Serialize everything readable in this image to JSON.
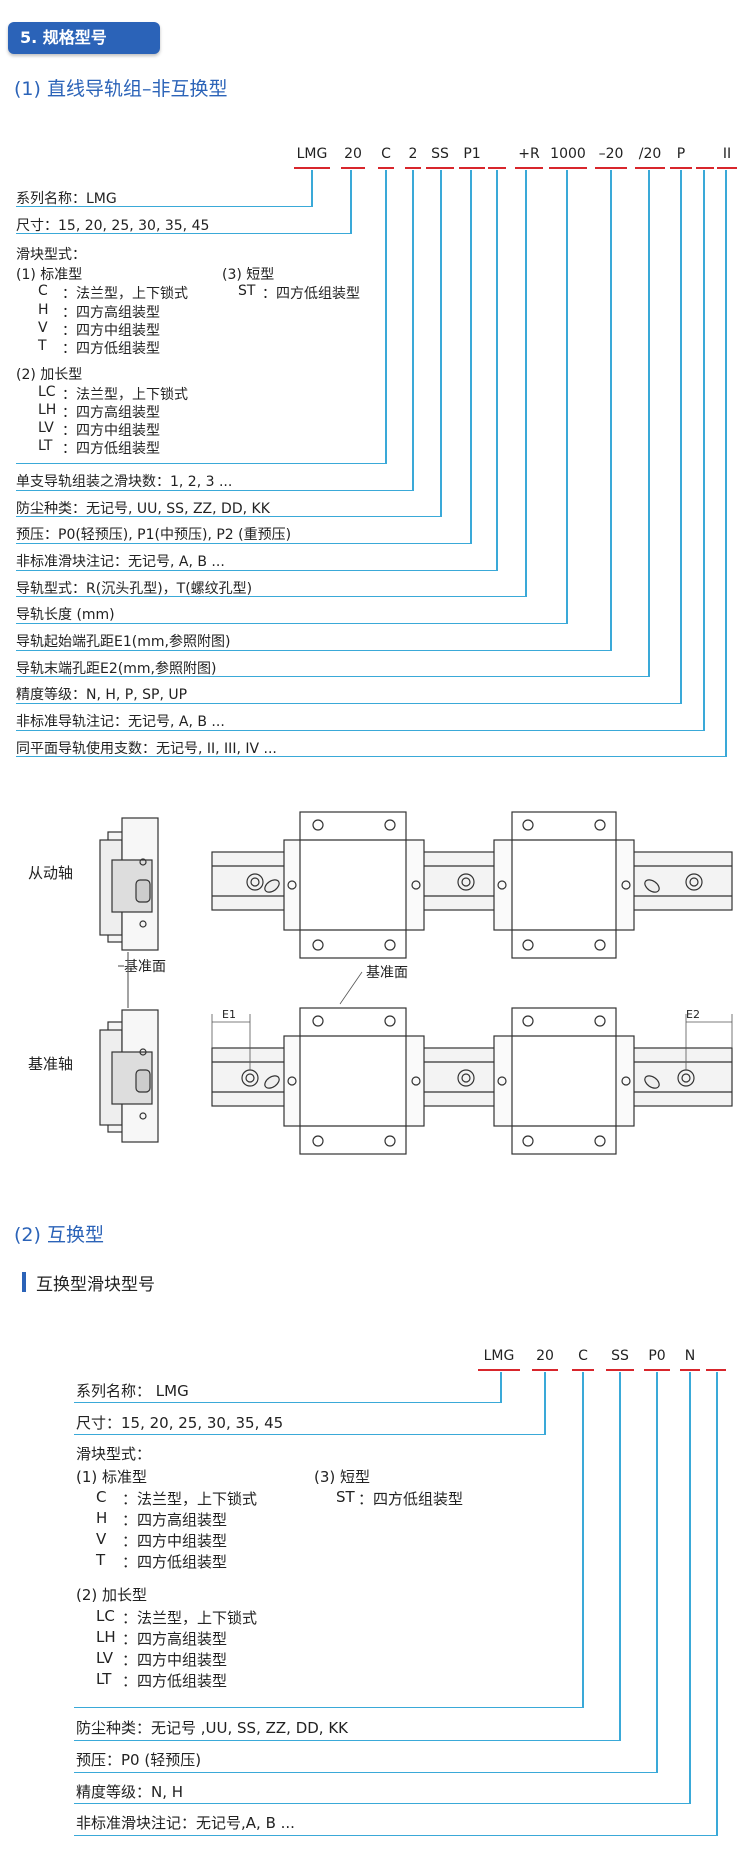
{
  "section": {
    "title": "5. 规格型号"
  },
  "part1": {
    "heading": "(1) 直线导轨组–非互换型",
    "codes": [
      "LMG",
      "20",
      "C",
      "2",
      "SS",
      "P1",
      "+R",
      "1000",
      "–20",
      "/20",
      "P",
      "II"
    ],
    "rows": [
      "系列名称：LMG",
      "尺寸：15, 20, 25, 30, 35, 45",
      "单支导轨组装之滑块数：1, 2, 3 ...",
      "防尘种类：无记号, UU, SS, ZZ, DD, KK",
      "预压：P0(轻预压), P1(中预压), P2 (重预压)",
      "非标准滑块注记：无记号, A, B ...",
      "导轨型式：R(沉头孔型)，T(螺纹孔型)",
      "导轨长度 (mm)",
      "导轨起始端孔距E1(mm,参照附图)",
      "导轨末端孔距E2(mm,参照附图)",
      "精度等级：N, H, P, SP, UP",
      "非标准导轨注记：无记号, A, B ...",
      "同平面导轨使用支数：无记号, II, III, IV ..."
    ],
    "block": {
      "title": "滑块型式：",
      "std_title": "(1) 标准型",
      "std": [
        {
          "k": "C",
          "v": "：法兰型，上下锁式"
        },
        {
          "k": "H",
          "v": "：四方高组装型"
        },
        {
          "k": "V",
          "v": "：四方中组装型"
        },
        {
          "k": "T",
          "v": "：四方低组装型"
        }
      ],
      "short_title": "(3) 短型",
      "short": [
        {
          "k": "ST",
          "v": "：四方低组装型"
        }
      ],
      "long_title": "(2) 加长型",
      "long": [
        {
          "k": "LC",
          "v": "：法兰型，上下锁式"
        },
        {
          "k": "LH",
          "v": "：四方高组装型"
        },
        {
          "k": "LV",
          "v": "：四方中组装型"
        },
        {
          "k": "LT",
          "v": "：四方低组装型"
        }
      ]
    }
  },
  "figure": {
    "driven_axis": "从动轴",
    "ref_axis": "基准轴",
    "ref_surface": "基准面",
    "ref_surface2": "基准面",
    "e1": "E1",
    "e2": "E2"
  },
  "part2": {
    "heading": "(2) 互换型",
    "subheading": "互换型滑块型号",
    "codes": [
      "LMG",
      "20",
      "C",
      "SS",
      "P0",
      "N"
    ],
    "rows": [
      "系列名称： LMG",
      "尺寸：15, 20, 25, 30, 35, 45",
      "防尘种类：无记号 ,UU, SS, ZZ, DD, KK",
      "预压：P0 (轻预压)",
      "精度等级：N, H",
      "非标准滑块注记：无记号,A, B ..."
    ],
    "block": {
      "title": "滑块型式：",
      "std_title": "(1) 标准型",
      "std": [
        {
          "k": "C",
          "v": "：法兰型，上下锁式"
        },
        {
          "k": "H",
          "v": "：四方高组装型"
        },
        {
          "k": "V",
          "v": "：四方中组装型"
        },
        {
          "k": "T",
          "v": "：四方低组装型"
        }
      ],
      "short_title": "(3) 短型",
      "short": [
        {
          "k": "ST",
          "v": "：四方低组装型"
        }
      ],
      "long_title": "(2) 加长型",
      "long": [
        {
          "k": "LC",
          "v": "：法兰型，上下锁式"
        },
        {
          "k": "LH",
          "v": "：四方高组装型"
        },
        {
          "k": "LV",
          "v": "：四方中组装型"
        },
        {
          "k": "LT",
          "v": "：四方低组装型"
        }
      ]
    }
  }
}
